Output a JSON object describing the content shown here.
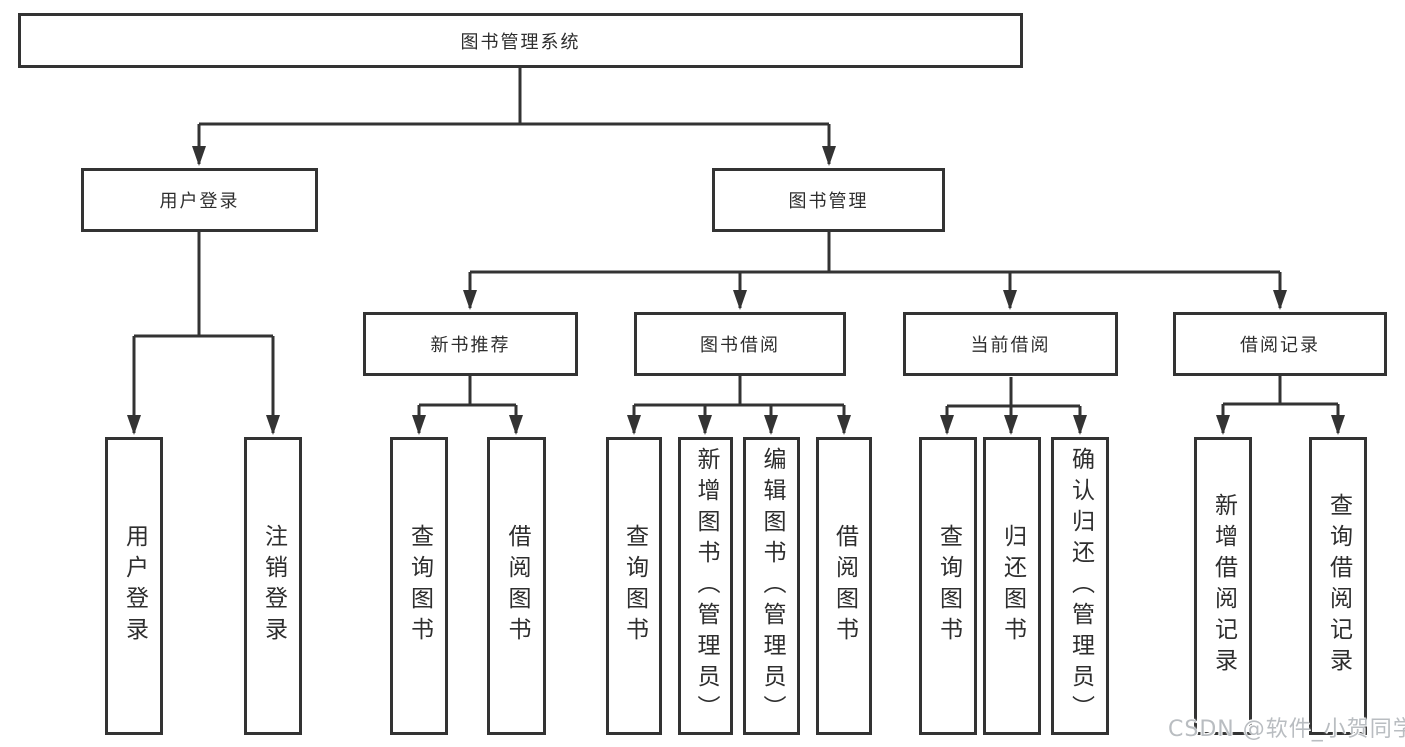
{
  "tree": {
    "root": "图书管理系统",
    "branches": [
      {
        "label": "用户登录",
        "leaves": [
          "用户登录",
          "注销登录"
        ]
      },
      {
        "label": "图书管理",
        "groups": [
          {
            "label": "新书推荐",
            "leaves": [
              "查询图书",
              "借阅图书"
            ]
          },
          {
            "label": "图书借阅",
            "leaves": [
              "查询图书",
              "新增图书（管理员）",
              "编辑图书（管理员）",
              "借阅图书"
            ]
          },
          {
            "label": "当前借阅",
            "leaves": [
              "查询图书",
              "归还图书",
              "确认归还（管理员）"
            ]
          },
          {
            "label": "借阅记录",
            "leaves": [
              "新增借阅记录",
              "查询借阅记录"
            ]
          }
        ]
      }
    ]
  },
  "watermark": "CSDN @软件_小贺同学",
  "colors": {
    "line": "#333333",
    "border": "#333333",
    "text": "#2e2e2e",
    "watermark": "#b9bdc1",
    "background": "#ffffff"
  }
}
